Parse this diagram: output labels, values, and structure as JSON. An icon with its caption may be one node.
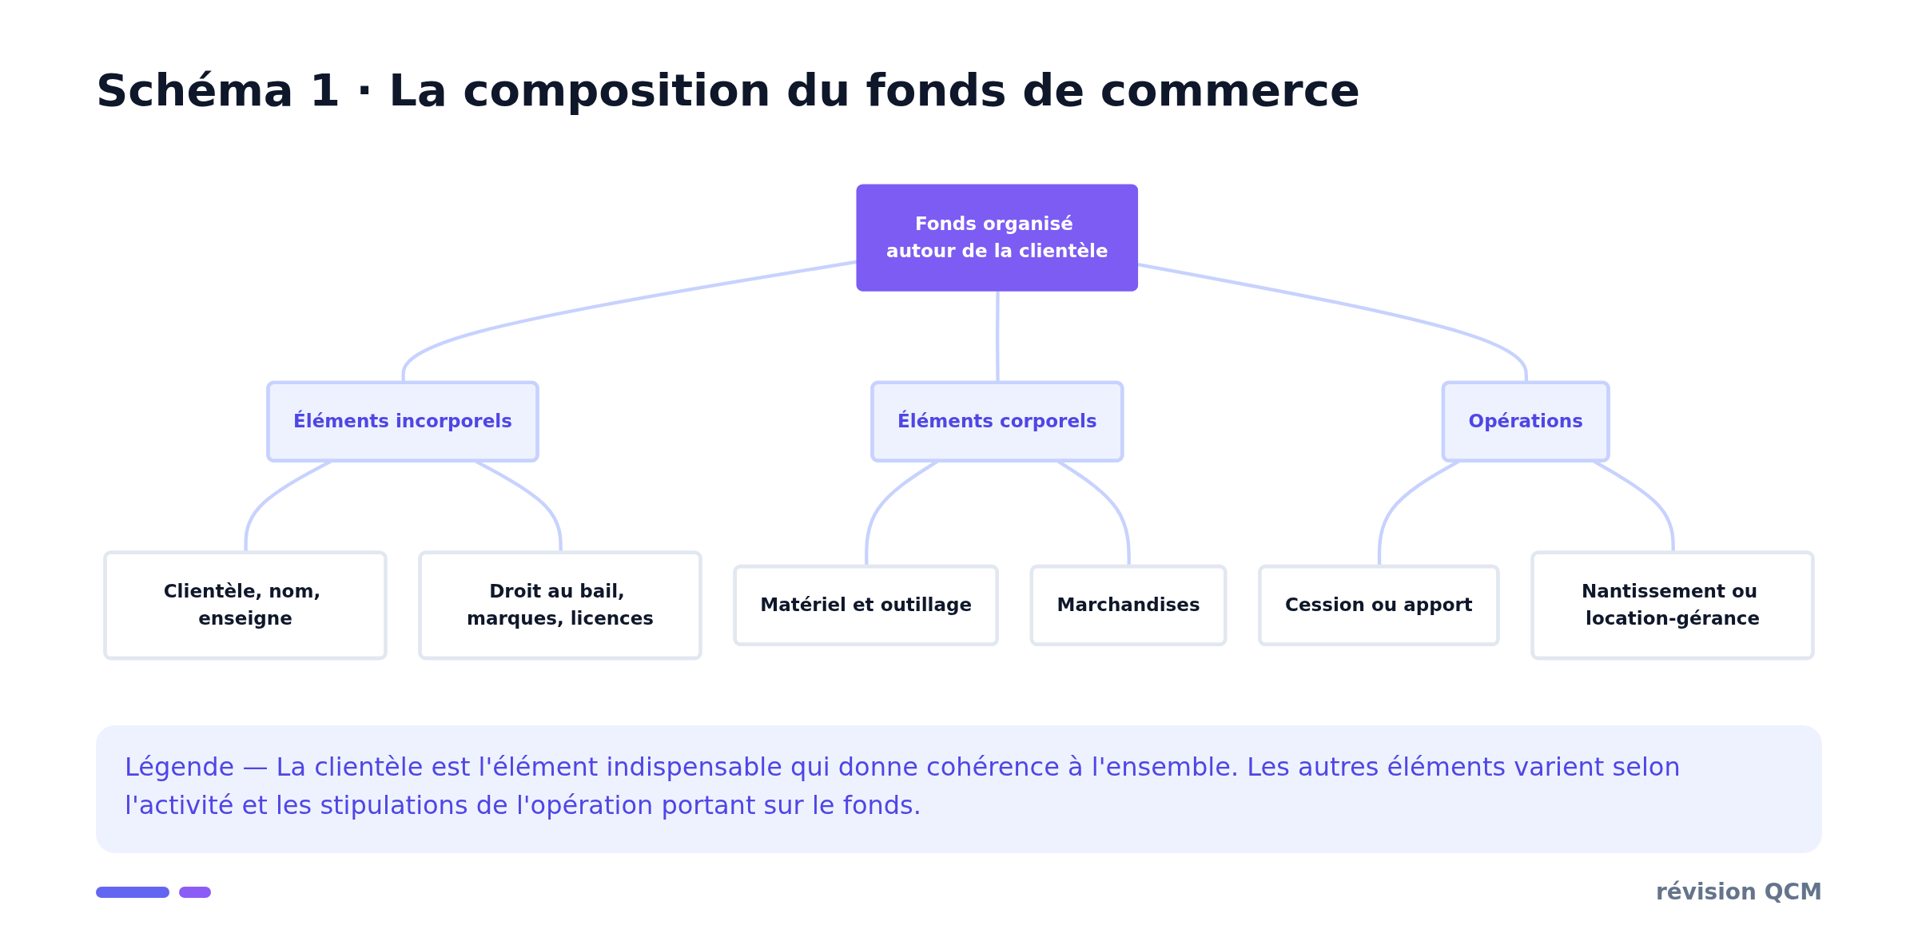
{
  "diagram": {
    "title": "Schéma 1 · La composition du fonds de commerce",
    "caption": "Légende — La clientèle est l'élément indispensable qui donne cohérence à l'ensemble. Les autres éléments varient selon l'activité et les stipulations de l'opération portant sur le fonds.",
    "nodes": [
      {
        "text": [
          "Fonds organisé autour de la clientèle"
        ]
      },
      {
        "text": [
          "Éléments incorporels"
        ]
      },
      {
        "text": [
          "Éléments corporels"
        ]
      },
      {
        "text": [
          "Opérations"
        ]
      },
      {
        "text": [
          "Clientèle, nom, enseigne"
        ]
      },
      {
        "text": [
          "Droit au bail, marques, licences"
        ]
      },
      {
        "text": [
          "Matériel et outillage"
        ]
      },
      {
        "text": [
          "Marchandises"
        ]
      },
      {
        "text": [
          "Cession ou apport"
        ]
      },
      {
        "text": [
          "Nantissement ou location-gérance"
        ]
      }
    ],
    "edges": [
      {
        "from": 0,
        "to": 1,
        "arrow": "none"
      },
      {
        "from": 0,
        "to": 2,
        "arrow": "none"
      },
      {
        "from": 0,
        "to": 3,
        "arrow": "none"
      },
      {
        "from": 1,
        "to": 4,
        "arrow": "none"
      },
      {
        "from": 1,
        "to": 5,
        "arrow": "none"
      },
      {
        "from": 2,
        "to": 6,
        "arrow": "none"
      },
      {
        "from": 2,
        "to": 7,
        "arrow": "none"
      },
      {
        "from": 3,
        "to": 8,
        "arrow": "none"
      },
      {
        "from": 3,
        "to": 9,
        "arrow": "none"
      }
    ],
    "labels": [
      "révision QCM"
    ]
  }
}
